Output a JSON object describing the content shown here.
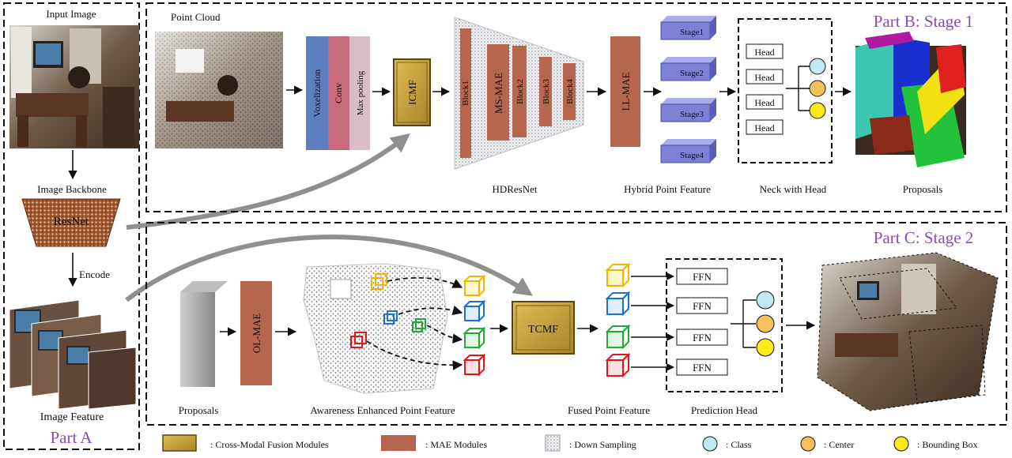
{
  "colors": {
    "part_title": "#8a4bb8",
    "voxel": "#5d7ec0",
    "conv": "#c96a7c",
    "pool": "#d9bcc8",
    "mae": "#b5664d",
    "fusion": "#c9a33a",
    "stage": "#7d80d4",
    "class": "#bfeaf2",
    "center": "#f7c15a",
    "bbox": "#ffe81a",
    "arrow_gray": "#8f8f8f"
  },
  "part_a": {
    "input_image": "Input Image",
    "backbone_label": "Image Backbone",
    "backbone_name": "ResNet",
    "encode": "Encode",
    "image_feature": "Image Feature",
    "title": "Part A"
  },
  "part_b": {
    "title": "Part B: Stage 1",
    "point_cloud": "Point Cloud",
    "voxelization": "Voxelization",
    "conv": "Conv",
    "max_pooling": "Max pooling",
    "icmf": "ICMF",
    "block1": "Block1",
    "ms_mae": "MS-MAE",
    "block2": "Block2",
    "block3": "Block3",
    "block4": "Block4",
    "hdresnet": "HDResNet",
    "ll_mae": "LL-MAE",
    "hybrid": "Hybrid Point Feature",
    "stages": [
      "Stage1",
      "Stage2",
      "Stage3",
      "Stage4"
    ],
    "heads": [
      "Head",
      "Head",
      "Head",
      "Head"
    ],
    "neck": "Neck with Head",
    "proposals": "Proposals"
  },
  "part_c": {
    "title": "Part C: Stage 2",
    "proposals": "Proposals",
    "ol_mae": "OL-MAE",
    "awareness": "Awareness Enhanced Point Feature",
    "tcmf": "TCMF",
    "ffns": [
      "FFN",
      "FFN",
      "FFN",
      "FFN"
    ],
    "fused": "Fused Point Feature",
    "prediction_head": "Prediction Head"
  },
  "legend": {
    "fusion": ": Cross-Modal Fusion Modules",
    "mae": ": MAE Modules",
    "down": ": Down Sampling",
    "class": ": Class",
    "center": ": Center",
    "bbox": ": Bounding Box"
  }
}
